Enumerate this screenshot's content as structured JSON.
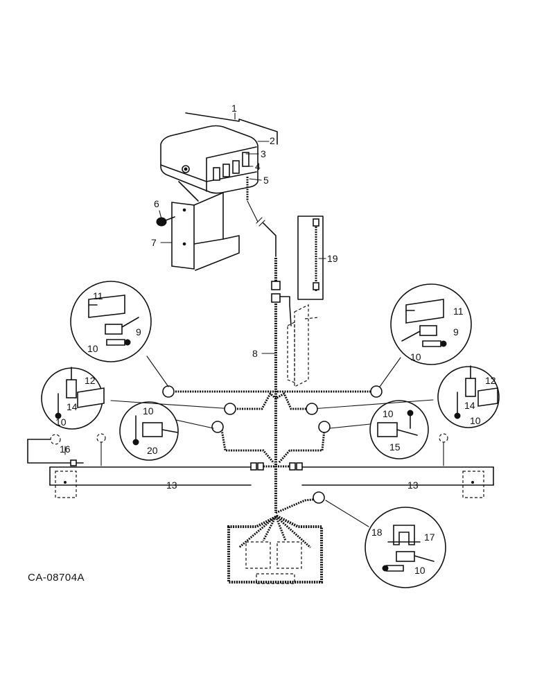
{
  "drawing_code": "CA-08704A",
  "callouts": {
    "c1": "1",
    "c2": "2",
    "c3": "3",
    "c4": "4",
    "c5": "5",
    "c6": "6",
    "c7": "7",
    "c8": "8",
    "c9": "9",
    "c10": "10",
    "c11": "11",
    "c12": "12",
    "c13": "13",
    "c14": "14",
    "c15": "15",
    "c16": "16",
    "c17": "17",
    "c18": "18",
    "c19": "19",
    "c20": "20"
  }
}
